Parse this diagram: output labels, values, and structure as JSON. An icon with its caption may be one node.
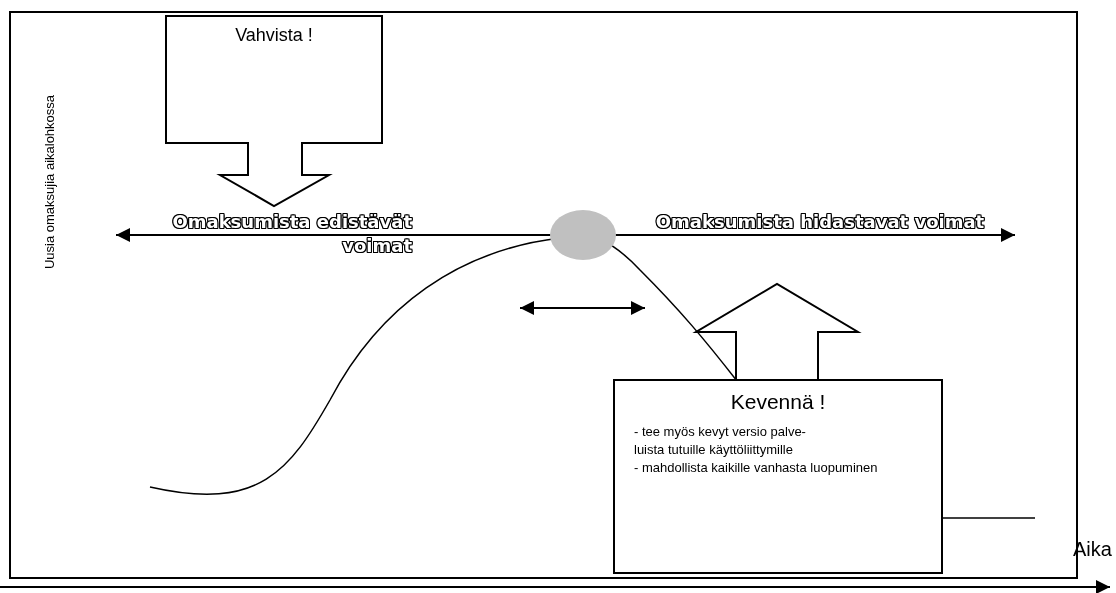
{
  "diagram": {
    "nodes": [
      {
        "text": [
          "Vahvista !"
        ]
      },
      {
        "text": [
          "Kevennä !",
          "- tee myös kevyt versio palve-luista tutuille käyttöliittymille",
          "- mahdollista kaikille vanhasta luopuminen"
        ]
      }
    ],
    "labels": [
      "Uusia omaksujia aikalohkossa",
      "Omaksumista edistävät voimat",
      "Omaksumista hidastavat voimat",
      "Aika"
    ]
  }
}
